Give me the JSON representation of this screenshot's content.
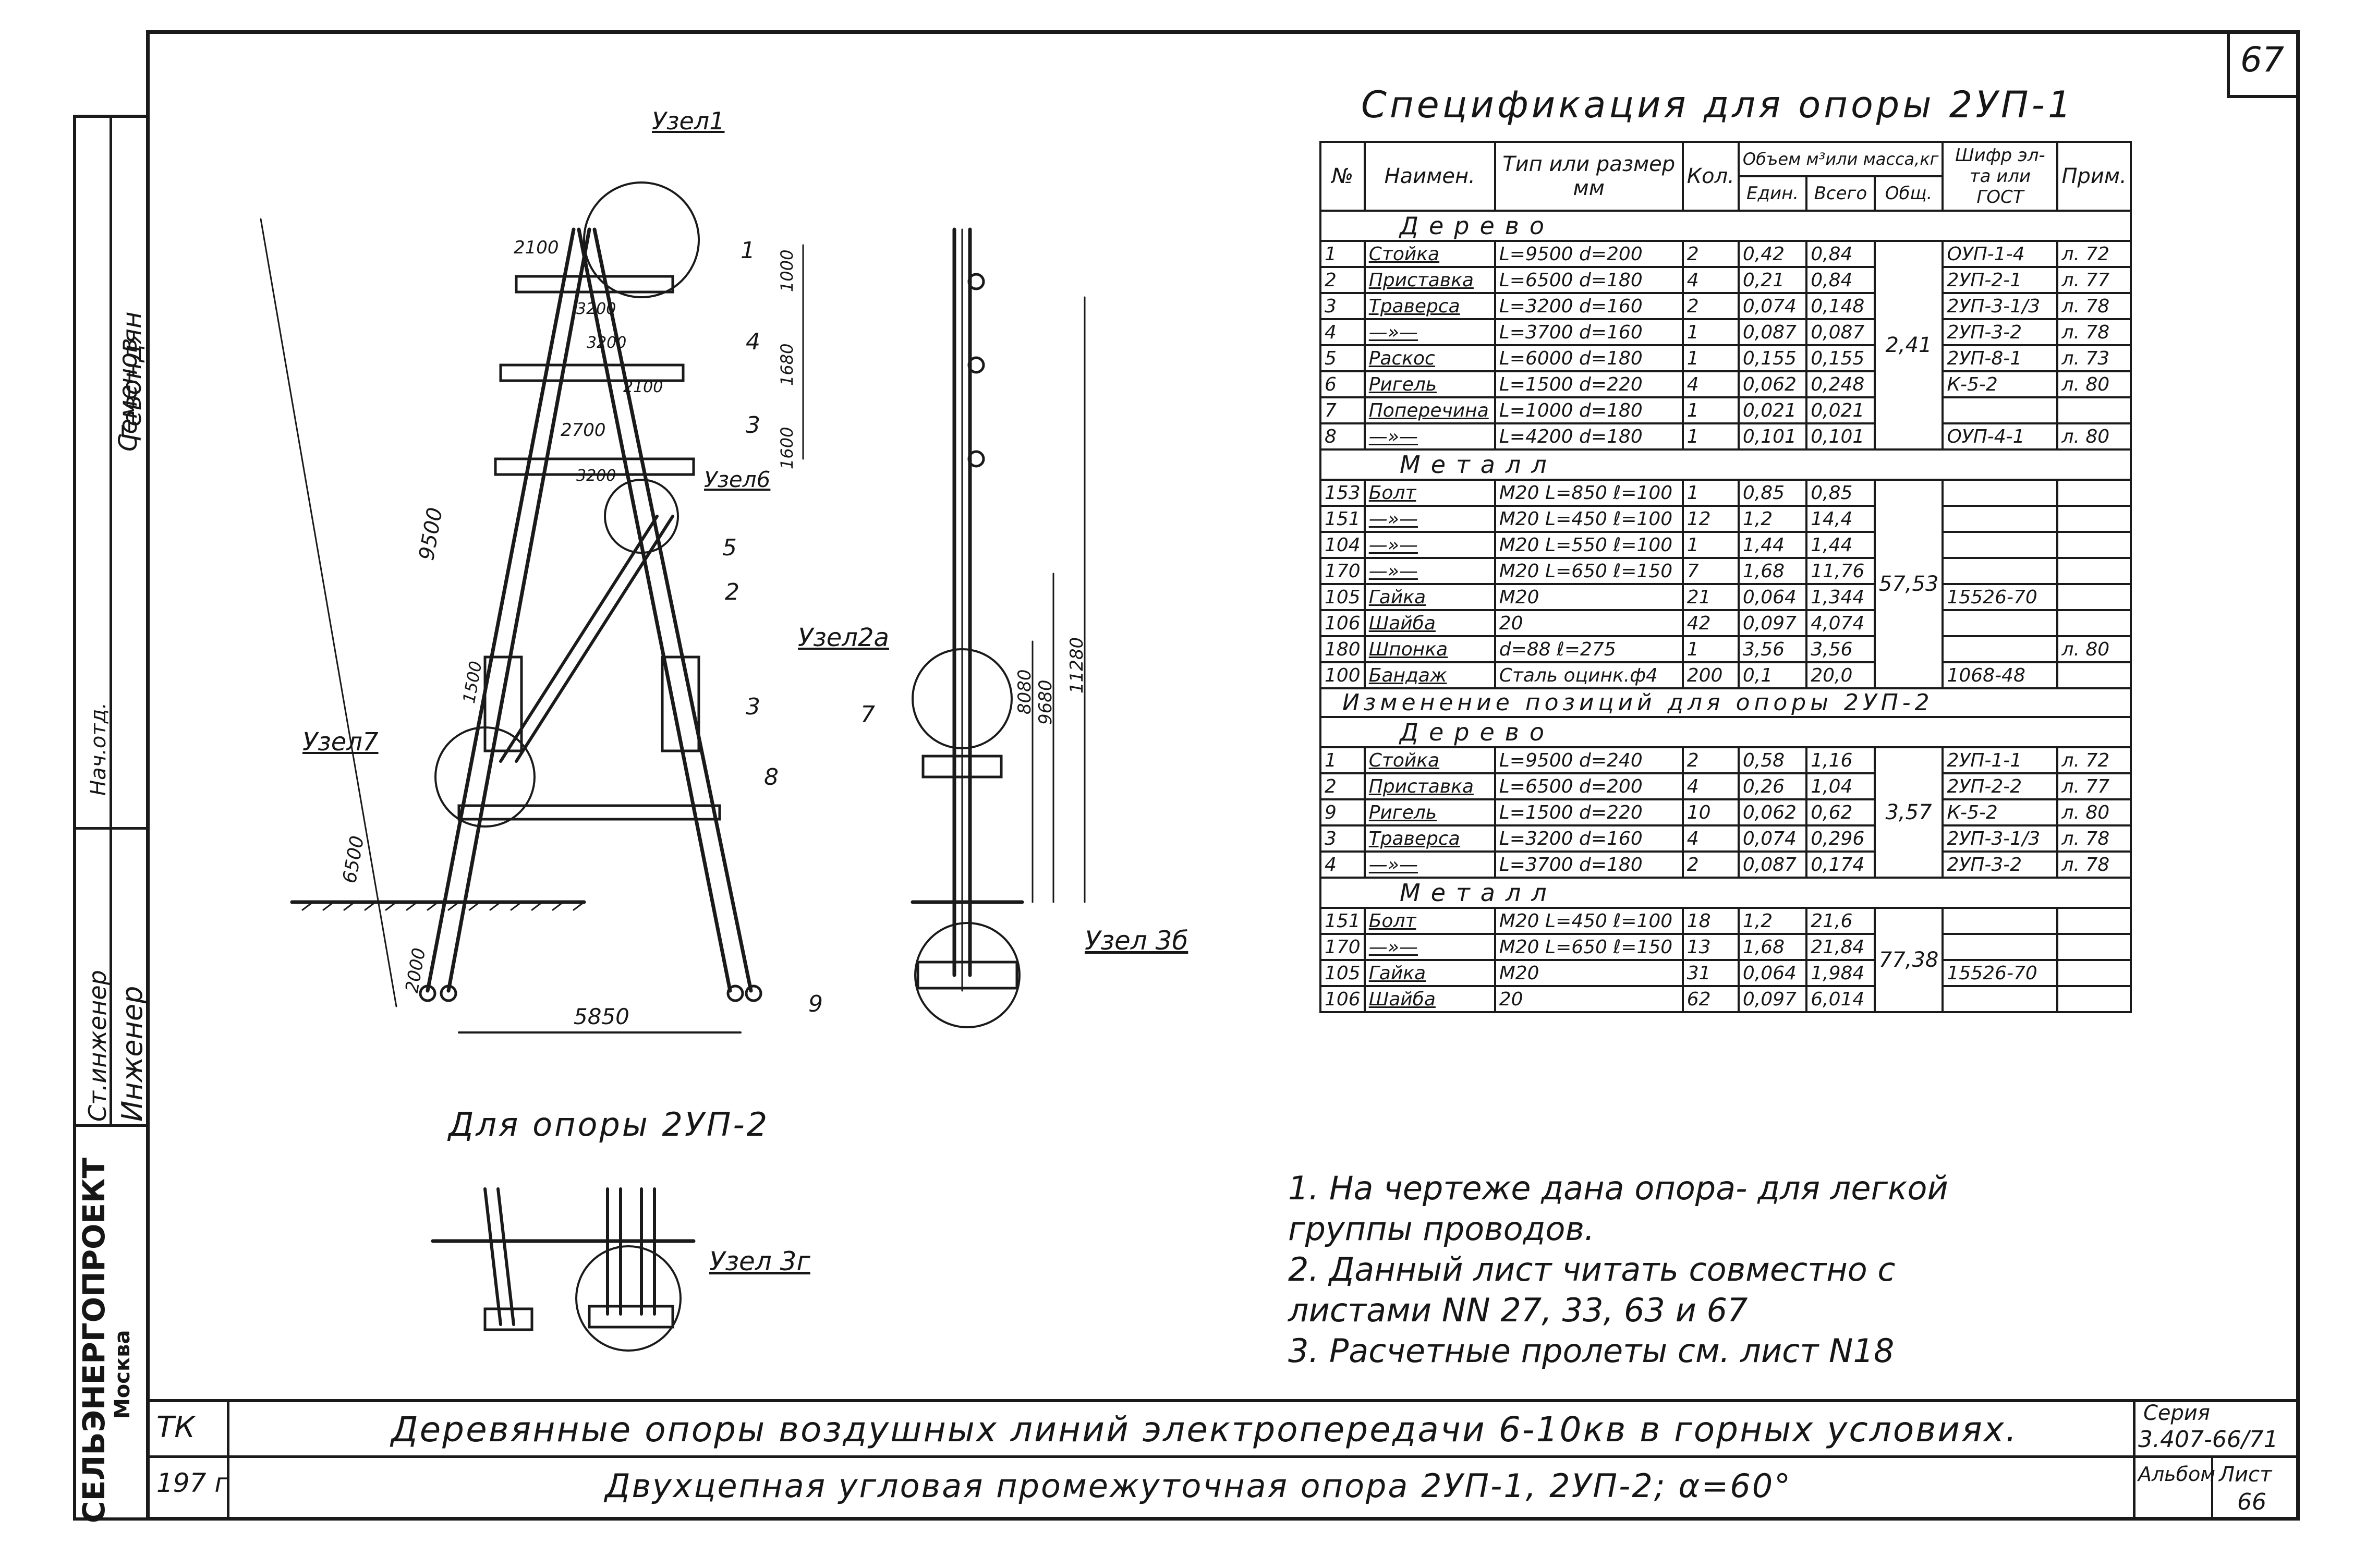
{
  "sheet_number": "67",
  "spec": {
    "title": "Спецификация для опоры 2УП-1",
    "headers": {
      "num": "№",
      "name": "Наимен.",
      "type": "Тип или размер мм",
      "qty": "Кол.",
      "volume_group": "Объем м³или масса,кг",
      "unit": "Един.",
      "total": "Всего",
      "overall": "Общ.",
      "code": "Шифр эл-та или ГОСТ",
      "note": "Прим."
    },
    "sections": [
      {
        "title": "Дерево",
        "mass_total": "2,41",
        "rows": [
          {
            "num": "1",
            "name": "Стойка",
            "type": "L=9500  d=200",
            "qty": "2",
            "unit": "0,42",
            "total": "0,84",
            "code": "ОУП-1-4",
            "note": "л. 72"
          },
          {
            "num": "2",
            "name": "Приставка",
            "type": "L=6500  d=180",
            "qty": "4",
            "unit": "0,21",
            "total": "0,84",
            "code": "2УП-2-1",
            "note": "л. 77"
          },
          {
            "num": "3",
            "name": "Траверса",
            "type": "L=3200  d=160",
            "qty": "2",
            "unit": "0,074",
            "total": "0,148",
            "code": "2УП-3-1/3",
            "note": "л. 78"
          },
          {
            "num": "4",
            "name": "—»—",
            "type": "L=3700  d=160",
            "qty": "1",
            "unit": "0,087",
            "total": "0,087",
            "code": "2УП-3-2",
            "note": "л. 78"
          },
          {
            "num": "5",
            "name": "Раскос",
            "type": "L=6000  d=180",
            "qty": "1",
            "unit": "0,155",
            "total": "0,155",
            "code": "2УП-8-1",
            "note": "л. 73"
          },
          {
            "num": "6",
            "name": "Ригель",
            "type": "L=1500  d=220",
            "qty": "4",
            "unit": "0,062",
            "total": "0,248",
            "code": "К-5-2",
            "note": "л. 80"
          },
          {
            "num": "7",
            "name": "Поперечина",
            "type": "L=1000  d=180",
            "qty": "1",
            "unit": "0,021",
            "total": "0,021",
            "code": "",
            "note": ""
          },
          {
            "num": "8",
            "name": "—»—",
            "type": "L=4200  d=180",
            "qty": "1",
            "unit": "0,101",
            "total": "0,101",
            "code": "ОУП-4-1",
            "note": "л. 80"
          }
        ]
      },
      {
        "title": "Металл",
        "mass_total": "57,53",
        "rows": [
          {
            "num": "153",
            "name": "Болт",
            "type": "М20 L=850 ℓ=100",
            "qty": "1",
            "unit": "0,85",
            "total": "0,85",
            "code": "",
            "note": ""
          },
          {
            "num": "151",
            "name": "—»—",
            "type": "М20 L=450 ℓ=100",
            "qty": "12",
            "unit": "1,2",
            "total": "14,4",
            "code": "",
            "note": ""
          },
          {
            "num": "104",
            "name": "—»—",
            "type": "М20 L=550 ℓ=100",
            "qty": "1",
            "unit": "1,44",
            "total": "1,44",
            "code": "",
            "note": ""
          },
          {
            "num": "170",
            "name": "—»—",
            "type": "М20 L=650 ℓ=150",
            "qty": "7",
            "unit": "1,68",
            "total": "11,76",
            "code": "",
            "note": ""
          },
          {
            "num": "105",
            "name": "Гайка",
            "type": "М20",
            "qty": "21",
            "unit": "0,064",
            "total": "1,344",
            "code": "15526-70",
            "note": ""
          },
          {
            "num": "106",
            "name": "Шайба",
            "type": "20",
            "qty": "42",
            "unit": "0,097",
            "total": "4,074",
            "code": "",
            "note": ""
          },
          {
            "num": "180",
            "name": "Шпонка",
            "type": "d=88   ℓ=275",
            "qty": "1",
            "unit": "3,56",
            "total": "3,56",
            "code": "",
            "note": "л. 80"
          },
          {
            "num": "100",
            "name": "Бандаж",
            "type": "Сталь оцинк.ф4",
            "qty": "200",
            "unit": "0,1",
            "total": "20,0",
            "code": "1068-48",
            "note": ""
          }
        ]
      }
    ],
    "change_title": "Изменение позиций для опоры 2УП-2",
    "change_sections": [
      {
        "title": "Дерево",
        "mass_total": "3,57",
        "rows": [
          {
            "num": "1",
            "name": "Стойка",
            "type": "L=9500  d=240",
            "qty": "2",
            "unit": "0,58",
            "total": "1,16",
            "code": "2УП-1-1",
            "note": "л. 72"
          },
          {
            "num": "2",
            "name": "Приставка",
            "type": "L=6500  d=200",
            "qty": "4",
            "unit": "0,26",
            "total": "1,04",
            "code": "2УП-2-2",
            "note": "л. 77"
          },
          {
            "num": "9",
            "name": "Ригель",
            "type": "L=1500  d=220",
            "qty": "10",
            "unit": "0,062",
            "total": "0,62",
            "code": "К-5-2",
            "note": "л. 80"
          },
          {
            "num": "3",
            "name": "Траверса",
            "type": "L=3200  d=160",
            "qty": "4",
            "unit": "0,074",
            "total": "0,296",
            "code": "2УП-3-1/3",
            "note": "л. 78"
          },
          {
            "num": "4",
            "name": "—»—",
            "type": "L=3700  d=180",
            "qty": "2",
            "unit": "0,087",
            "total": "0,174",
            "code": "2УП-3-2",
            "note": "л. 78"
          }
        ]
      },
      {
        "title": "Металл",
        "mass_total": "77,38",
        "rows": [
          {
            "num": "151",
            "name": "Болт",
            "type": "М20 L=450 ℓ=100",
            "qty": "18",
            "unit": "1,2",
            "total": "21,6",
            "code": "",
            "note": ""
          },
          {
            "num": "170",
            "name": "—»—",
            "type": "М20 L=650 ℓ=150",
            "qty": "13",
            "unit": "1,68",
            "total": "21,84",
            "code": "",
            "note": ""
          },
          {
            "num": "105",
            "name": "Гайка",
            "type": "М20",
            "qty": "31",
            "unit": "0,064",
            "total": "1,984",
            "code": "15526-70",
            "note": ""
          },
          {
            "num": "106",
            "name": "Шайба",
            "type": "20",
            "qty": "62",
            "unit": "0,097",
            "total": "6,014",
            "code": "",
            "note": ""
          }
        ]
      }
    ]
  },
  "drawing": {
    "node_labels": {
      "u1": "Узел1",
      "u6": "Узел6",
      "u7": "Узел7",
      "u2a": "Узел2а",
      "u3b": "Узел 3б",
      "u3g": "Узел 3г"
    },
    "part_numbers": [
      "1",
      "2",
      "3",
      "4",
      "3",
      "5",
      "7",
      "8",
      "9"
    ],
    "dimensions": {
      "d2100": "2100",
      "d3200": "3200",
      "d3200b": "3200",
      "d2100b": "2100",
      "d2700": "2700",
      "d3200c": "3200",
      "d1000": "1000",
      "d1680": "1680",
      "d1600": "1600",
      "d9500": "9500",
      "d1500": "1500",
      "d6500": "6500",
      "d2000": "2000",
      "d5850": "5850",
      "d8080": "8080",
      "d9680": "9680",
      "d11280": "11280"
    },
    "sub_title": "Для опоры 2УП-2"
  },
  "notes": [
    "1.  На  чертеже  дана  опора-  для  легкой",
    "     группы  проводов.",
    "2.  Данный  лист  читать  совместно  с",
    "     листами  NN  27, 33, 63  и  67",
    "3.  Расчетные  пролеты  см.  лист  N18"
  ],
  "left_strip": {
    "org": "СЕЛЬЭНЕРГОПРОЕКТ",
    "city": "Москва",
    "role1": "Ст.инженер",
    "role1b": "Инженер",
    "name1": "Гевондян",
    "chief": "Нач.отд.",
    "chief_name": "Семенов"
  },
  "title_block": {
    "tk": "ТК",
    "year": "197 г",
    "line1": "Деревянные опоры воздушных линий электропередачи 6-10кв в горных условиях.",
    "line2": "Двухцепная угловая промежуточная опора 2УП-1, 2УП-2; α=60°",
    "series_label": "Серия",
    "series_value": "3.407-66/71",
    "album_label": "Альбом",
    "sheet_label": "Лист",
    "sheet_value": "66"
  }
}
